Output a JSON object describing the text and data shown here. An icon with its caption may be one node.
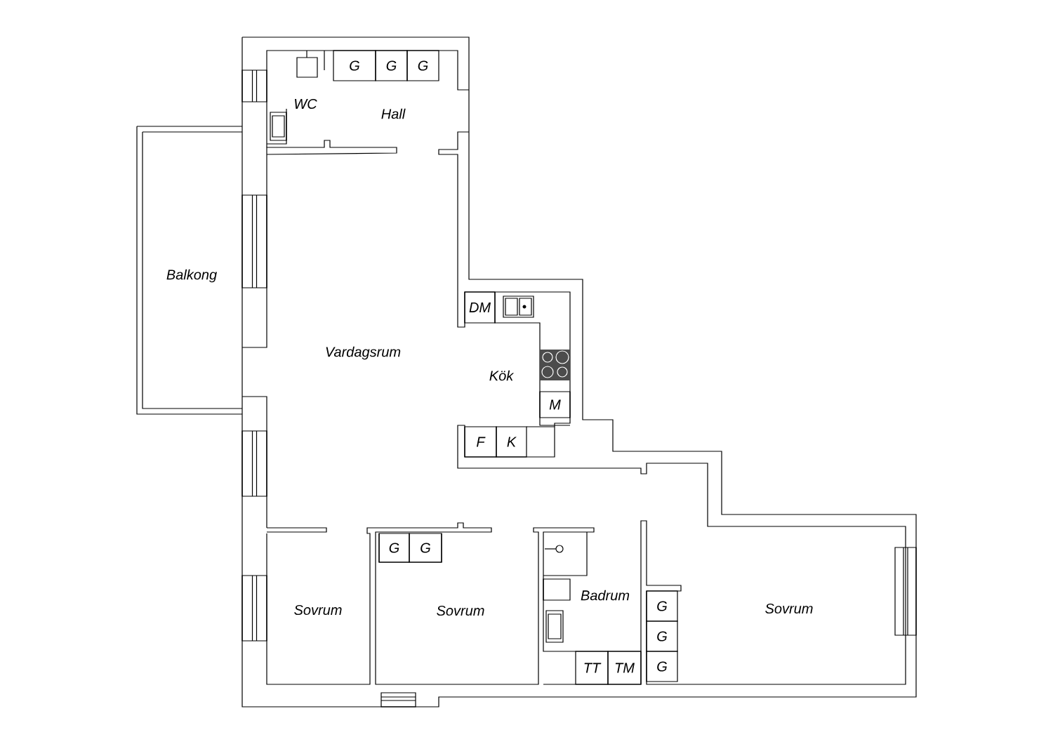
{
  "diagram": {
    "labels": [
      "G",
      "G",
      "G",
      "WC",
      "Hall",
      "Balkong",
      "DM",
      "Vardagsrum",
      "Kök",
      "M",
      "F",
      "K",
      "G",
      "G",
      "Badrum",
      "Sovrum",
      "Sovrum",
      "G",
      "Sovrum",
      "G",
      "TT",
      "TM",
      "G"
    ]
  }
}
